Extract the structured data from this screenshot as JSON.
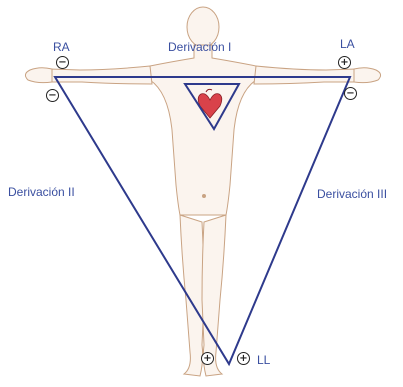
{
  "labels": {
    "ra": "RA",
    "la": "LA",
    "ll": "LL",
    "lead1": "Derivación I",
    "lead2": "Derivación II",
    "lead3": "Derivación III"
  },
  "electrodes": {
    "ra_outer": "−",
    "ra_inner": "−",
    "la_outer": "+",
    "la_inner": "−",
    "ll_left": "+",
    "ll_right": "+"
  },
  "colors": {
    "triangle": "#2e3a8c",
    "label": "#3a4fa0",
    "skin_outline": "#c9a383",
    "skin_fill": "#fbf4ee",
    "heart": "#d9424a"
  },
  "icons": {
    "figure": "human-body-outline",
    "heart": "heart-icon"
  }
}
